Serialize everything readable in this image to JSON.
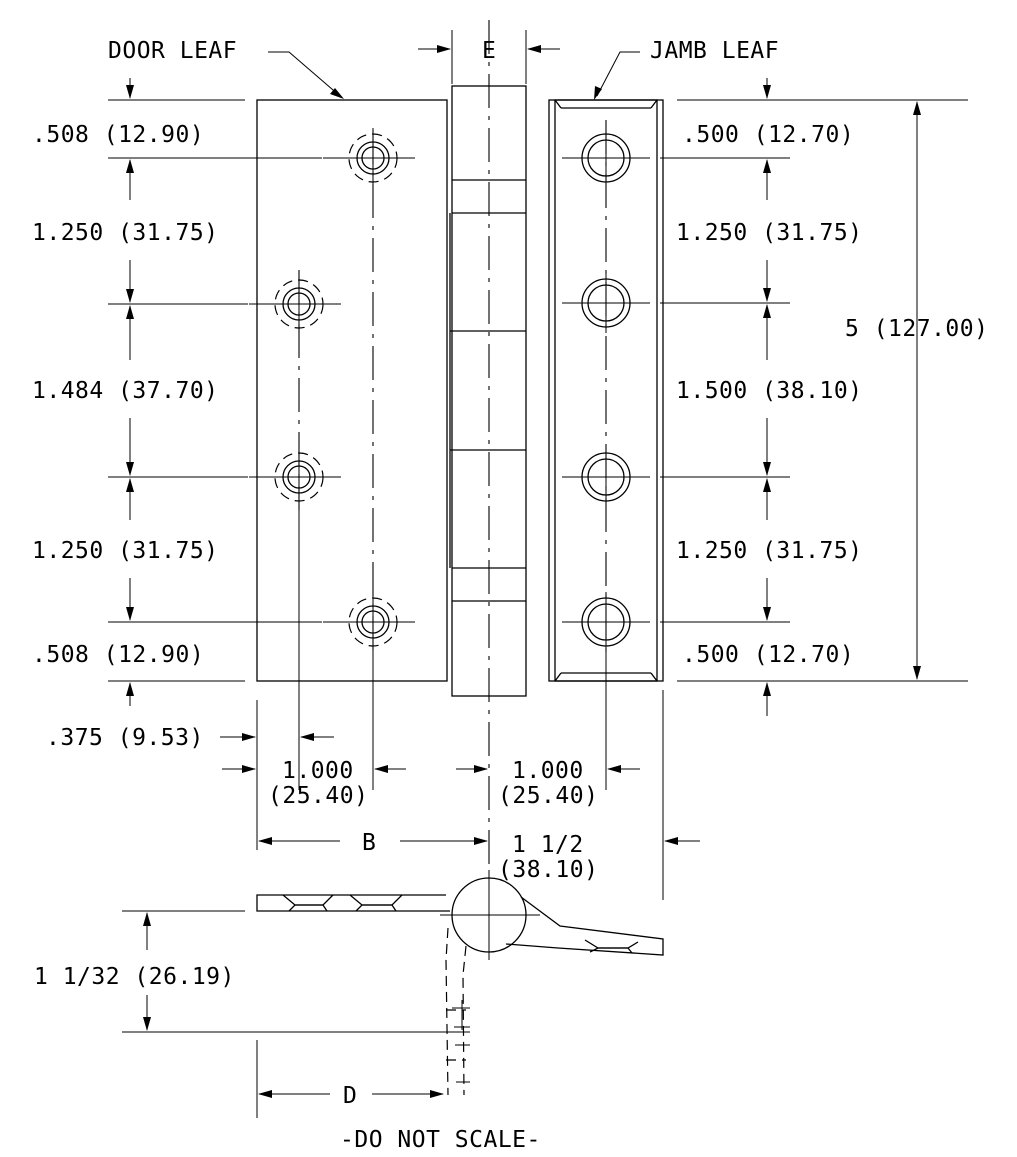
{
  "labels": {
    "door_leaf": "DOOR LEAF",
    "jamb_leaf": "JAMB LEAF",
    "dim_e": "E",
    "dim_b": "B",
    "dim_d": "D",
    "note": "-DO NOT SCALE-"
  },
  "left_dims": {
    "top_edge": ".508 (12.90)",
    "hole_1_2": "1.250 (31.75)",
    "hole_2_3": "1.484 (37.70)",
    "hole_3_4": "1.250 (31.75)",
    "bottom_edge": ".508 (12.90)"
  },
  "right_dims": {
    "top_edge": ".500 (12.70)",
    "hole_1_2": "1.250 (31.75)",
    "hole_2_3": "1.500 (38.10)",
    "hole_3_4": "1.250 (31.75)",
    "bottom_edge": ".500 (12.70)"
  },
  "overall_height": "5 (127.00)",
  "bottom_dims": {
    "inset": ".375 (9.53)",
    "door_spacing_in": "1.000",
    "door_spacing_mm": "(25.40)",
    "jamb_spacing_in": "1.000",
    "jamb_spacing_mm": "(25.40)",
    "jamb_width_in": "1 1/2",
    "jamb_width_mm": "(38.10)",
    "offset": "1 1/32 (26.19)"
  }
}
